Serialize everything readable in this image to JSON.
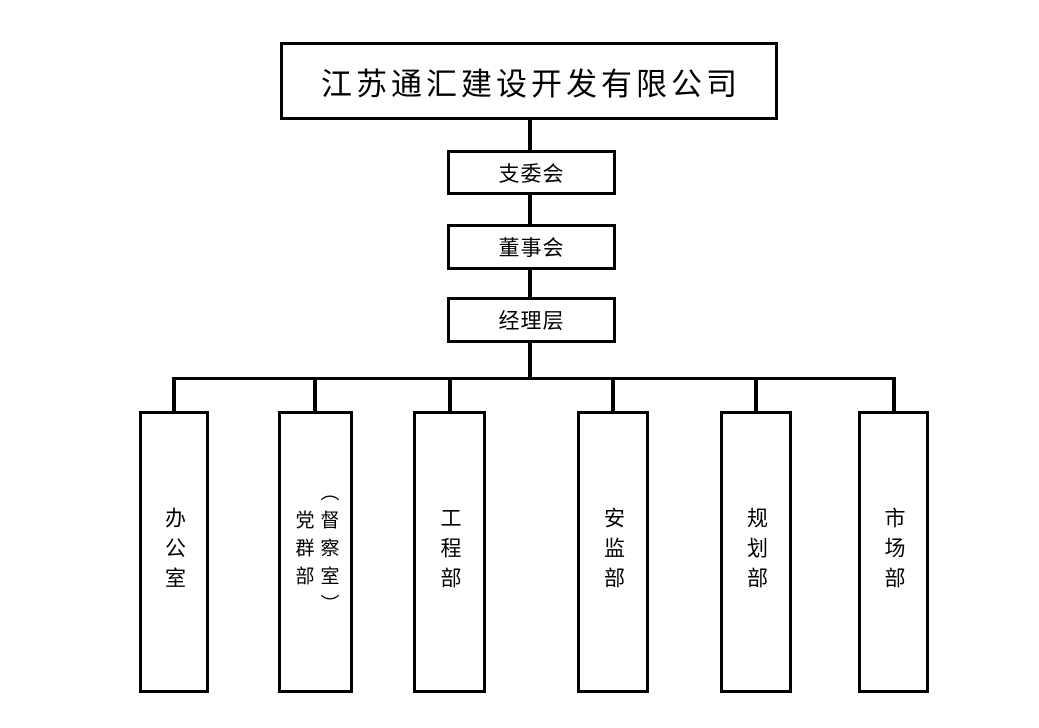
{
  "page": {
    "background_color": "#ffffff",
    "line_color": "#000000",
    "text_color": "#000000"
  },
  "org": {
    "root": {
      "label": "江苏通汇建设开发有限公司"
    },
    "chain": [
      {
        "label": "支委会"
      },
      {
        "label": "董事会"
      },
      {
        "label": "经理层"
      }
    ],
    "departments": [
      {
        "label": "办公室",
        "lines": [
          "办公室"
        ]
      },
      {
        "label": "党群部（督察室）",
        "lines": [
          "党群部",
          "（督察室）"
        ]
      },
      {
        "label": "工程部",
        "lines": [
          "工程部"
        ]
      },
      {
        "label": "安监部",
        "lines": [
          "安监部"
        ]
      },
      {
        "label": "规划部",
        "lines": [
          "规划部"
        ]
      },
      {
        "label": "市场部",
        "lines": [
          "市场部"
        ]
      }
    ]
  }
}
